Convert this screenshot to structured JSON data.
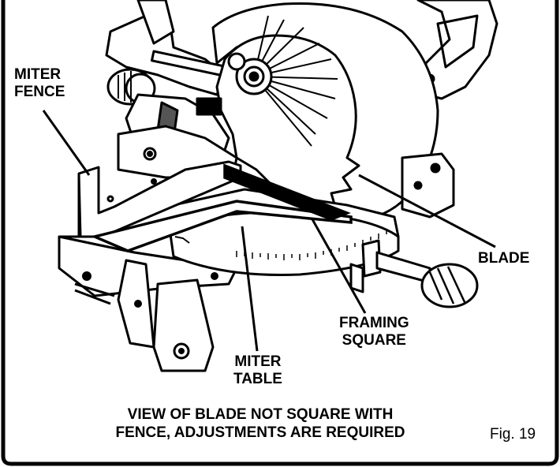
{
  "labels": {
    "miter_fence": [
      "MITER",
      "FENCE"
    ],
    "blade": "BLADE",
    "framing_square": [
      "FRAMING",
      "SQUARE"
    ],
    "miter_table": [
      "MITER",
      "TABLE"
    ]
  },
  "caption": [
    "VIEW OF BLADE NOT SQUARE WITH",
    "FENCE, ADJUSTMENTS ARE REQUIRED"
  ],
  "figure_number": "Fig. 19"
}
